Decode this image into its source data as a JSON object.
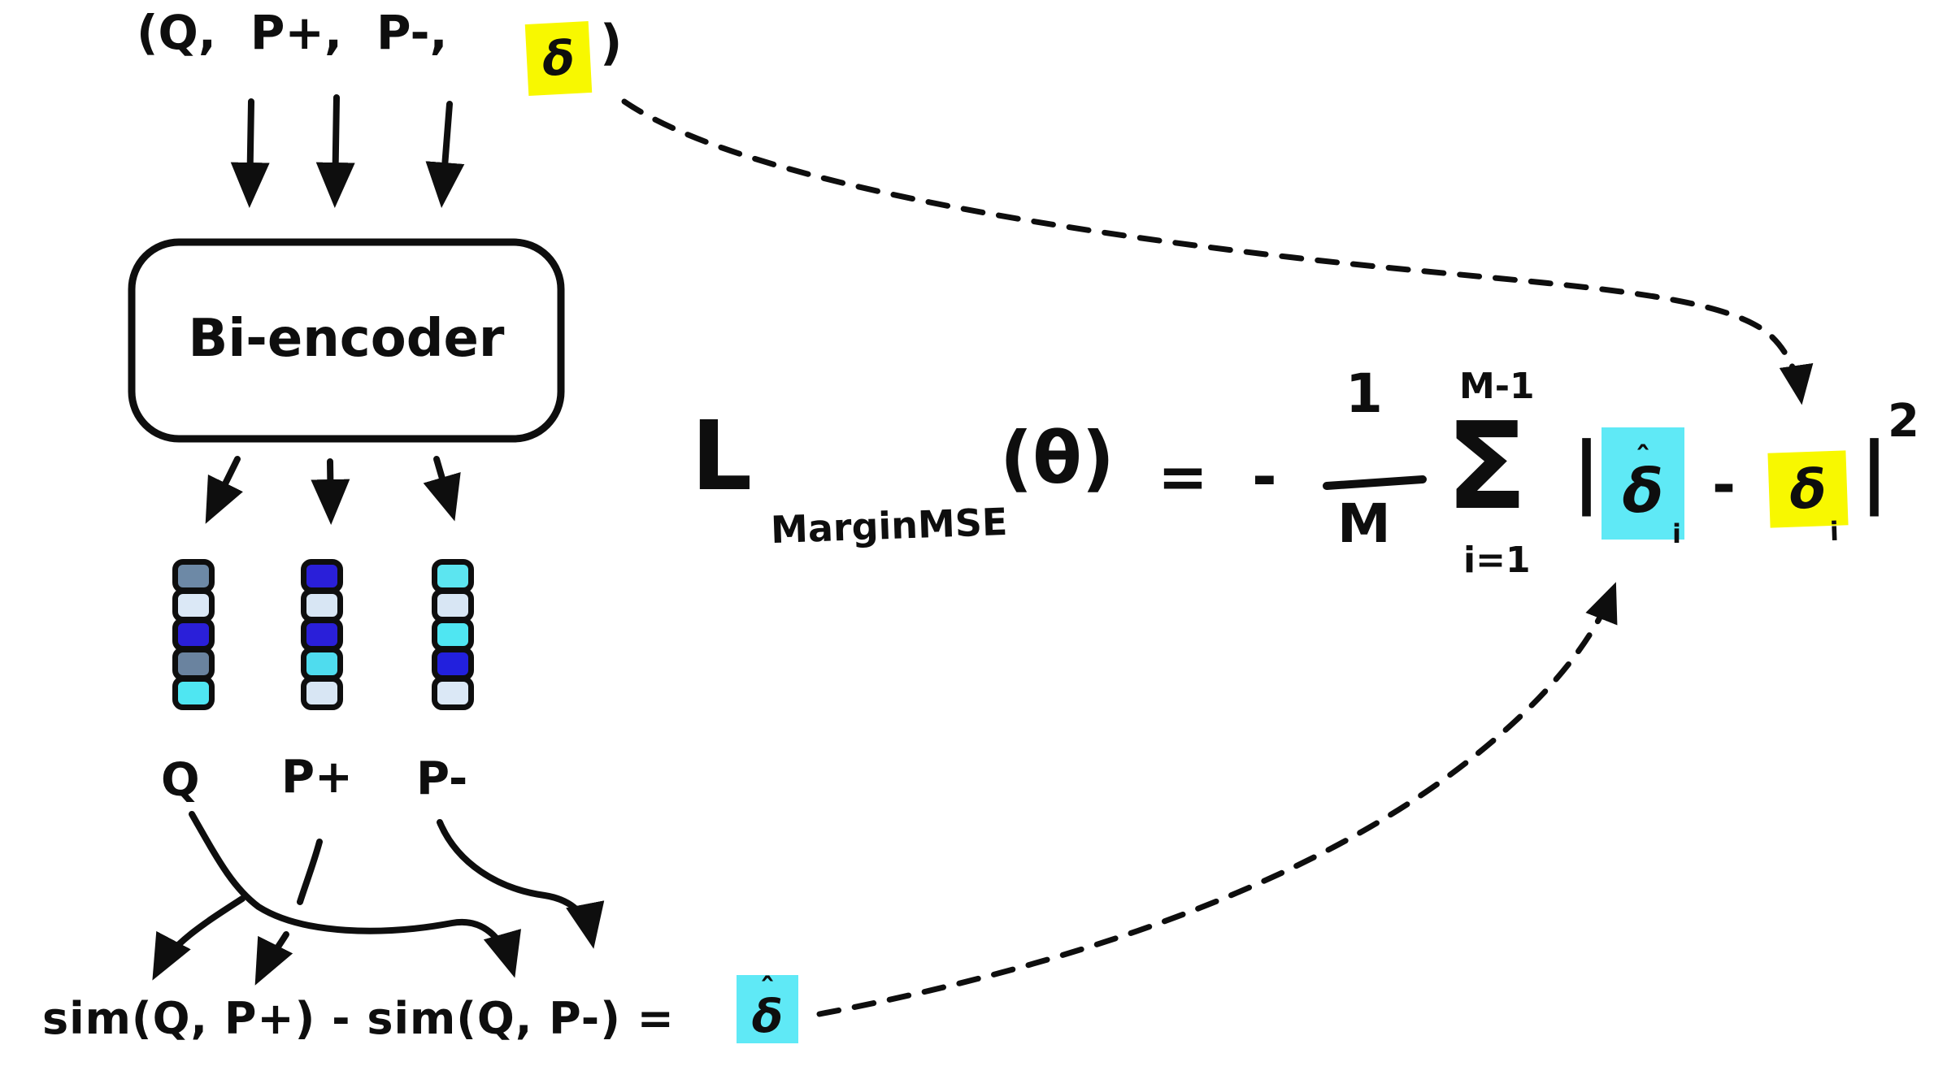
{
  "colors": {
    "ink": "#0e0e0e",
    "highlight_yellow": "#f8f800",
    "highlight_cyan": "#5fe9f6",
    "cell_strong_blue": "#2a1fd9",
    "cell_light_blue": "#dbe8f6",
    "cell_slate": "#6d89a6",
    "cell_cyan": "#4fe6f2"
  },
  "top_tuple": {
    "open": "(Q,",
    "p_plus": "P+,",
    "p_minus": "P-,",
    "delta": "δ",
    "close": ")"
  },
  "encoder": {
    "label": "Bi-encoder"
  },
  "vectors": {
    "columns": [
      {
        "label": "Q",
        "cells": [
          "#6d89a6",
          "#dbe8f6",
          "#2a1fd9",
          "#6a839f",
          "#4fe6f2"
        ]
      },
      {
        "label": "P+",
        "cells": [
          "#2a1fd9",
          "#d8e6f4",
          "#2a1fd9",
          "#4fdcee",
          "#d8e6f4"
        ]
      },
      {
        "label": "P-",
        "cells": [
          "#5ce5f0",
          "#d8e6f4",
          "#4fe6f2",
          "#2220dd",
          "#dbe8f6"
        ]
      }
    ]
  },
  "sim_equation": {
    "text": "sim(Q, P+)  -  sim(Q, P-)  =",
    "delta_hat_hat": "ˆ",
    "delta_hat_delta": "δ"
  },
  "loss_formula": {
    "lhs": "L",
    "subscript": "MarginMSE",
    "theta": "(θ)",
    "equals": "=",
    "minus": "-",
    "frac_num": "1",
    "frac_den": "M",
    "sigma": "Σ",
    "sum_upper": "M-1",
    "sum_lower": "i=1",
    "bar_left": "|",
    "delta_hat_hat": "ˆ",
    "delta_hat_delta": "δ",
    "delta_hat_sub": "i",
    "minus_mid": "-",
    "delta": "δ",
    "delta_sub": "i",
    "bar_right": "|",
    "exponent": "2"
  }
}
